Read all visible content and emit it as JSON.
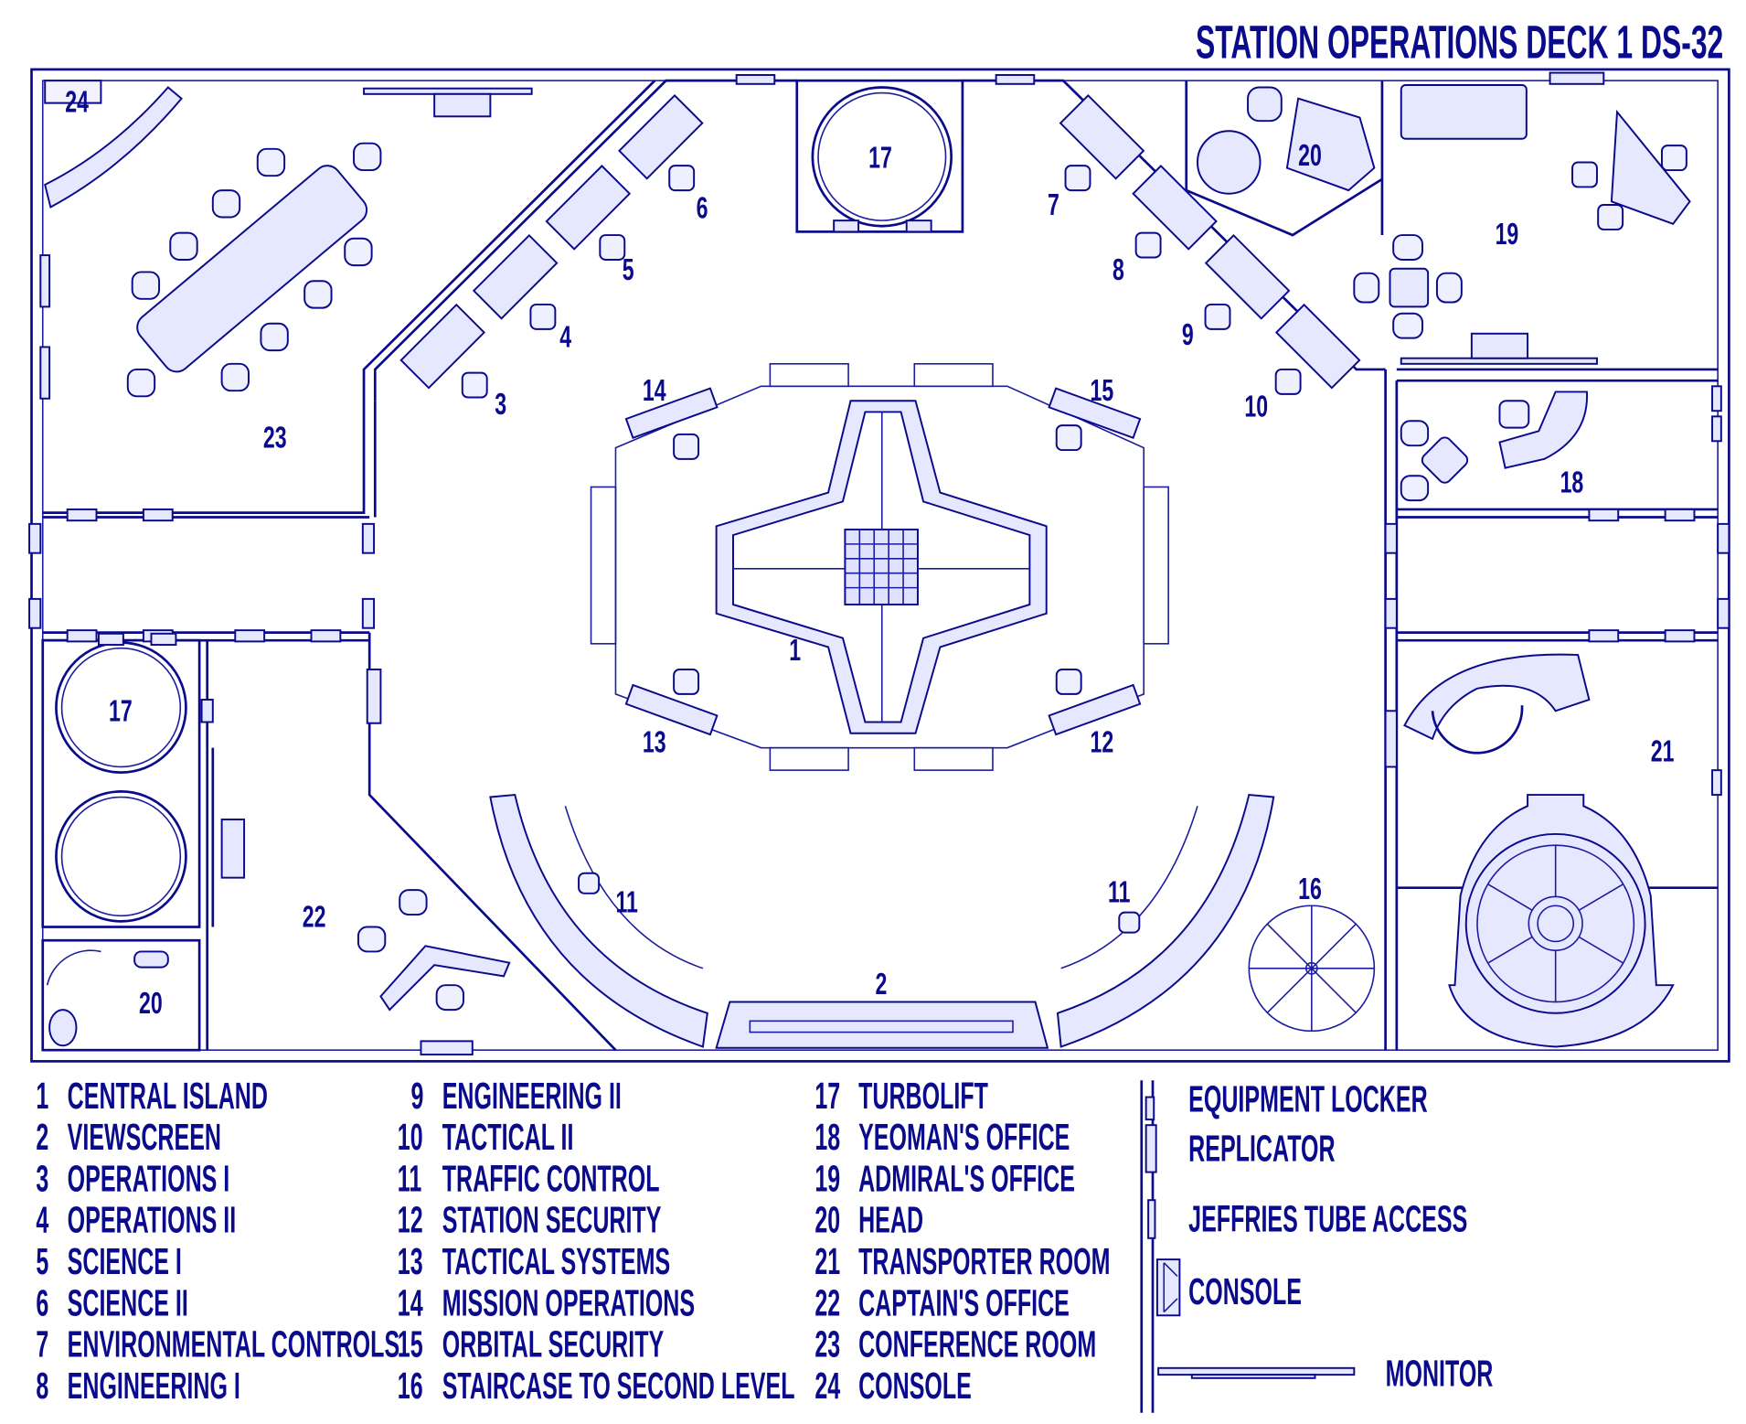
{
  "title": "STATION OPERATIONS DECK 1 DS-32",
  "colors": {
    "ink": "#0a0a8c",
    "fill": "#e6e8ff",
    "background": "#ffffff"
  },
  "plan_labels": {
    "console_24": "24",
    "science_2": "6",
    "science_1": "5",
    "operations_2": "4",
    "operations_1": "3",
    "turbolift_top": "17",
    "environmental": "7",
    "engineering_1": "8",
    "engineering_2": "9",
    "tactical_2": "10",
    "head_top": "20",
    "admirals_office": "19",
    "mission_ops": "14",
    "orbital_security": "15",
    "yeomans_office": "18",
    "conference_room": "23",
    "central_island": "1",
    "tactical_systems": "13",
    "station_security": "12",
    "transporter_room": "21",
    "turbolift_left": "17",
    "traffic_left": "11",
    "traffic_right": "11",
    "staircase": "16",
    "viewscreen": "2",
    "captains_office": "22",
    "head_left": "20"
  },
  "legend": [
    {
      "num": "1",
      "label": "CENTRAL ISLAND"
    },
    {
      "num": "2",
      "label": "VIEWSCREEN"
    },
    {
      "num": "3",
      "label": "OPERATIONS I"
    },
    {
      "num": "4",
      "label": "OPERATIONS II"
    },
    {
      "num": "5",
      "label": "SCIENCE I"
    },
    {
      "num": "6",
      "label": "SCIENCE II"
    },
    {
      "num": "7",
      "label": "ENVIRONMENTAL CONTROLS"
    },
    {
      "num": "8",
      "label": "ENGINEERING I"
    },
    {
      "num": "9",
      "label": "ENGINEERING II"
    },
    {
      "num": "10",
      "label": "TACTICAL II"
    },
    {
      "num": "11",
      "label": "TRAFFIC CONTROL"
    },
    {
      "num": "12",
      "label": "STATION SECURITY"
    },
    {
      "num": "13",
      "label": "TACTICAL SYSTEMS"
    },
    {
      "num": "14",
      "label": "MISSION OPERATIONS"
    },
    {
      "num": "15",
      "label": "ORBITAL SECURITY"
    },
    {
      "num": "16",
      "label": "STAIRCASE TO SECOND LEVEL"
    },
    {
      "num": "17",
      "label": "TURBOLIFT"
    },
    {
      "num": "18",
      "label": "YEOMAN'S OFFICE"
    },
    {
      "num": "19",
      "label": "ADMIRAL'S OFFICE"
    },
    {
      "num": "20",
      "label": "HEAD"
    },
    {
      "num": "21",
      "label": "TRANSPORTER ROOM"
    },
    {
      "num": "22",
      "label": "CAPTAIN'S OFFICE"
    },
    {
      "num": "23",
      "label": "CONFERENCE ROOM"
    },
    {
      "num": "24",
      "label": "CONSOLE"
    }
  ],
  "symbols": {
    "equipment_locker": "EQUIPMENT LOCKER",
    "replicator": "REPLICATOR",
    "jeffries_tube": "JEFFRIES TUBE ACCESS",
    "console": "CONSOLE",
    "monitor": "MONITOR"
  }
}
